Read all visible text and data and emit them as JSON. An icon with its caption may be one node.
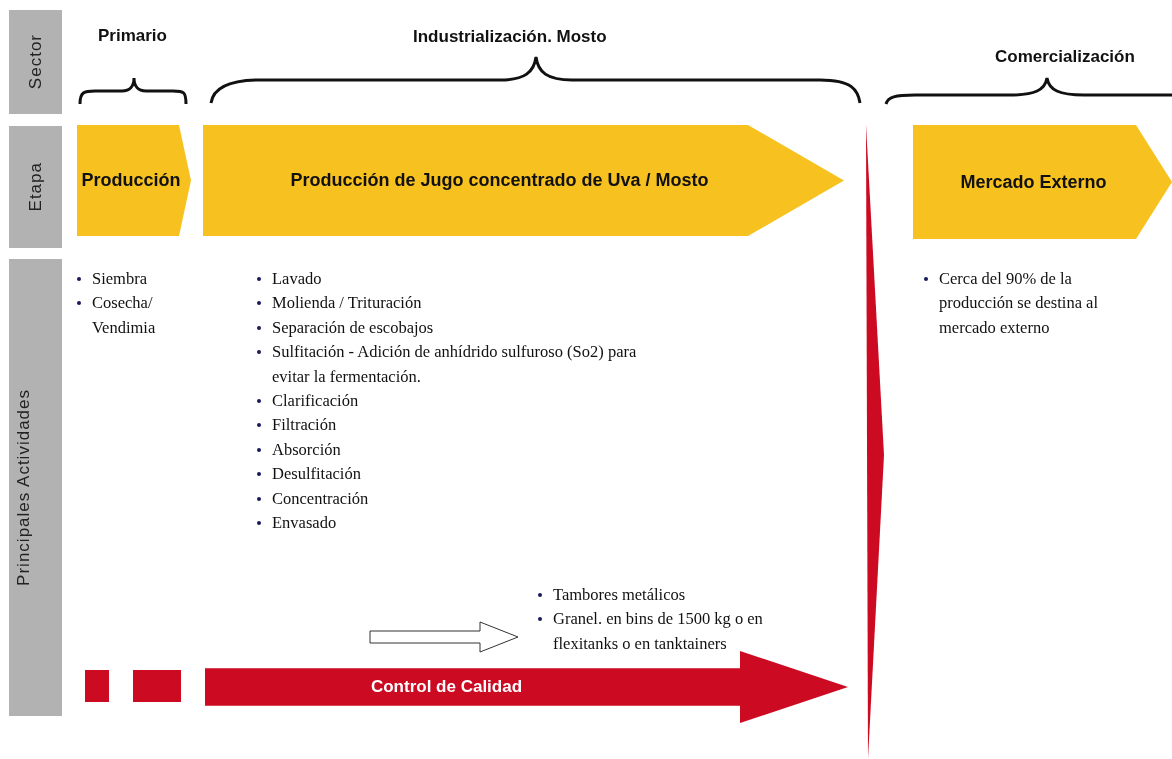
{
  "diagram": {
    "nodes": [
      {
        "text": [
          "Sector"
        ]
      },
      {
        "text": [
          "Etapa"
        ]
      },
      {
        "text": [
          "Principales Actividades"
        ]
      },
      {
        "text": [
          "Producción"
        ]
      },
      {
        "text": [
          "Producción de Jugo concentrado de Uva / Mosto"
        ]
      },
      {
        "text": [
          "Mercado Externo"
        ]
      },
      {
        "text": [
          "Control de Calidad"
        ]
      },
      {
        "text": [],
        "shape": "triangle"
      }
    ],
    "labels": [
      "Primario",
      "Industrialización. Mosto",
      "Comercialización",
      "Siembra",
      "Cosecha/ Vendimia",
      "Lavado",
      "Molienda / Trituración",
      "Separación de escobajos",
      "Sulfitación - Adición de anhídrido sulfuroso (So2) para evitar la fermentación.",
      "Clarificación",
      "Filtración",
      "Absorción",
      "Desulfitación",
      "Concentración",
      "Envasado",
      "Cerca del 90% de la producción se destina al mercado externo",
      "Tambores metálicos",
      "Granel. en bins de 1500 kg o en flexitanks o en tanktainers"
    ]
  }
}
